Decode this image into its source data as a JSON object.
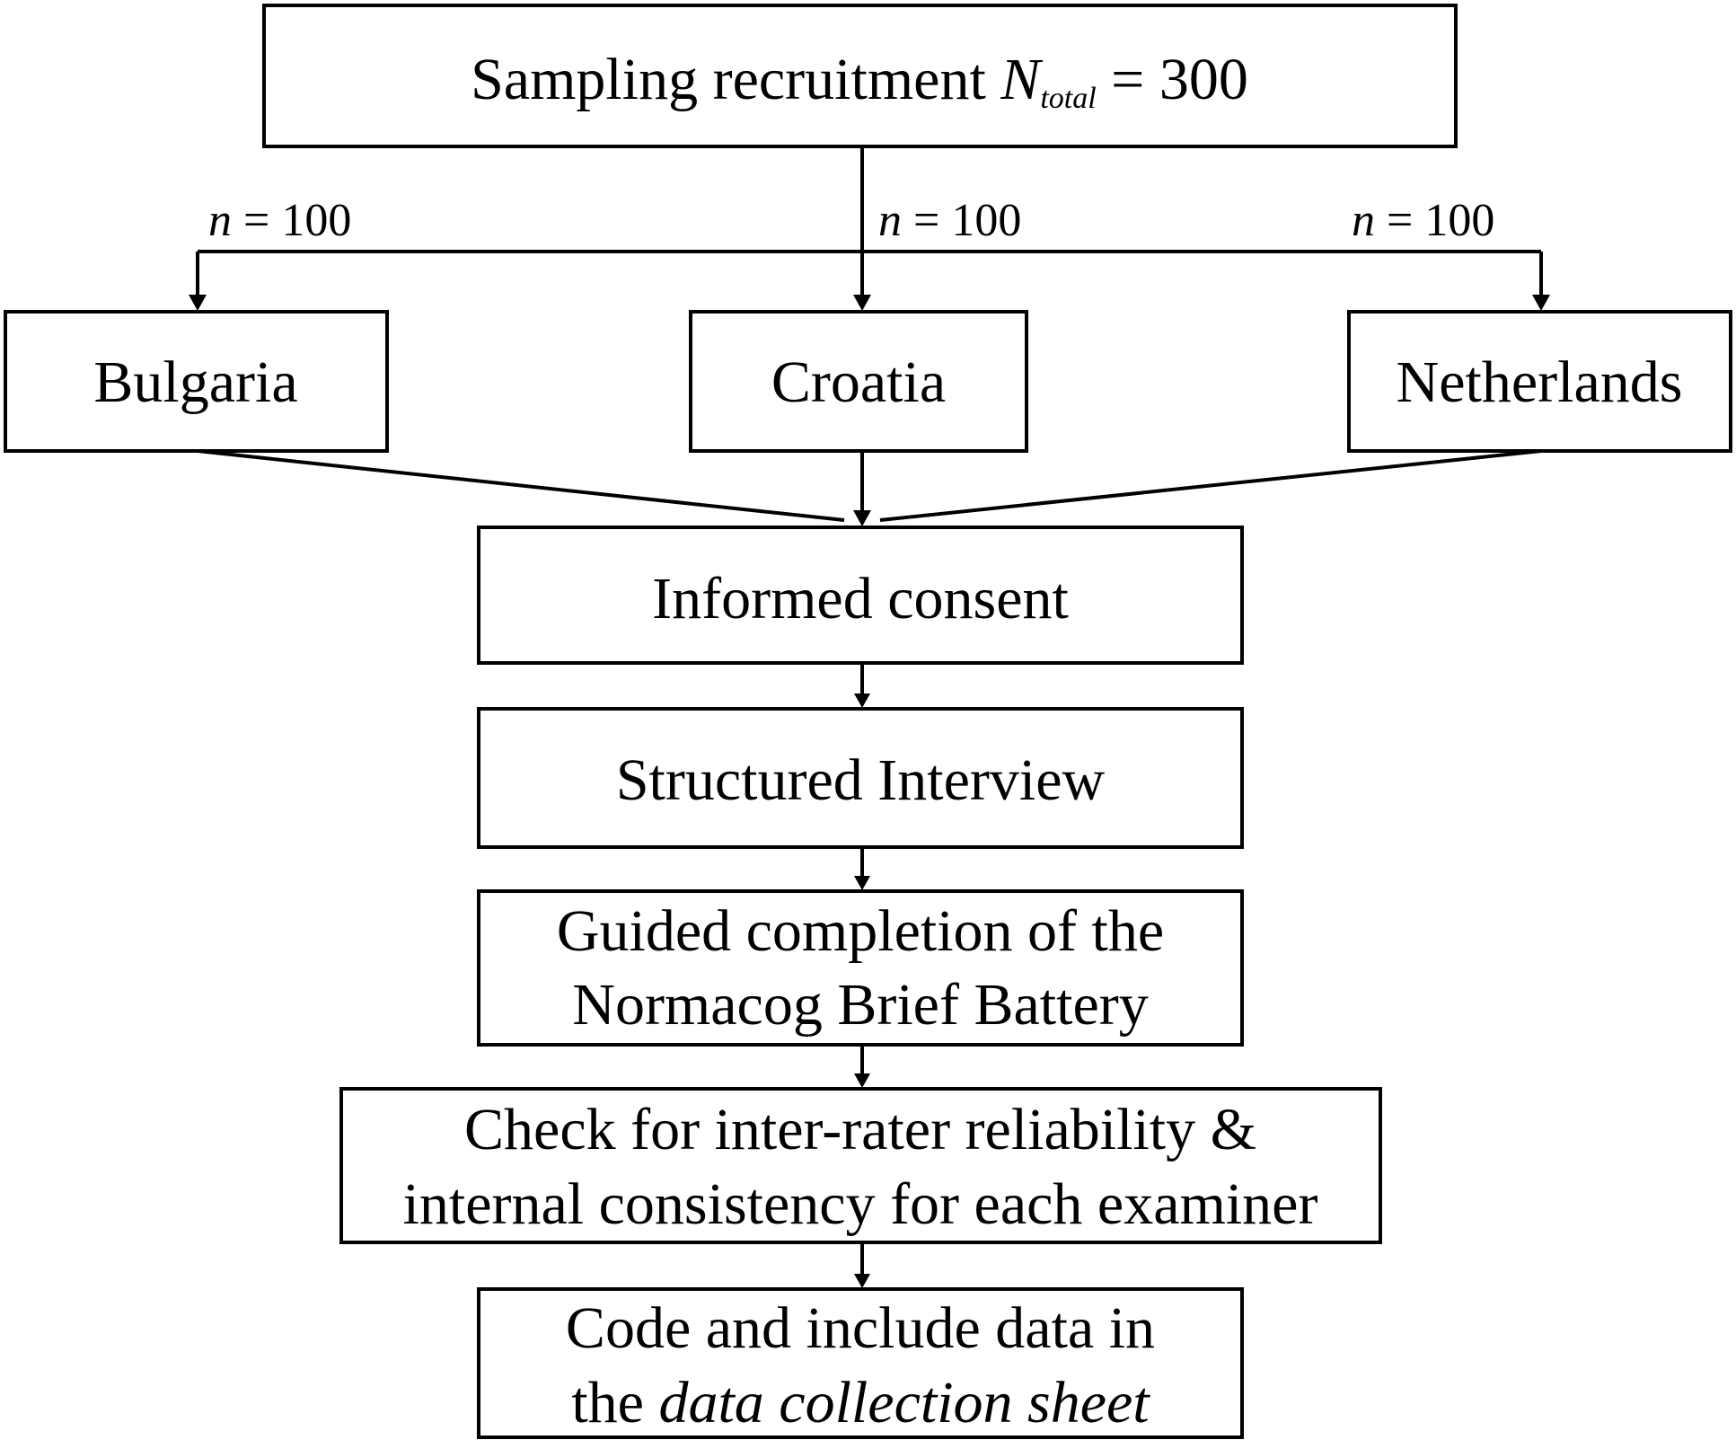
{
  "diagram": {
    "top": {
      "prefix": "Sampling recruitment ",
      "var": "N",
      "sub": "total",
      "suffix": " = 300"
    },
    "branches": [
      {
        "n_var": "n",
        "n_value": " = 100",
        "country": "Bulgaria"
      },
      {
        "n_var": "n",
        "n_value": " = 100",
        "country": "Croatia"
      },
      {
        "n_var": "n",
        "n_value": " = 100",
        "country": "Netherlands"
      }
    ],
    "steps": {
      "consent": "Informed consent",
      "interview": "Structured Interview",
      "guided_1": "Guided completion of the",
      "guided_2": "Normacog Brief Battery",
      "check_1": "Check for inter-rater reliability &",
      "check_2": "internal consistency for each  examiner",
      "code_1": "Code and include data in",
      "code_2_prefix": "the ",
      "code_2_italic": "data collection sheet"
    },
    "colors": {
      "stroke": "#000000",
      "fill": "#ffffff"
    }
  }
}
